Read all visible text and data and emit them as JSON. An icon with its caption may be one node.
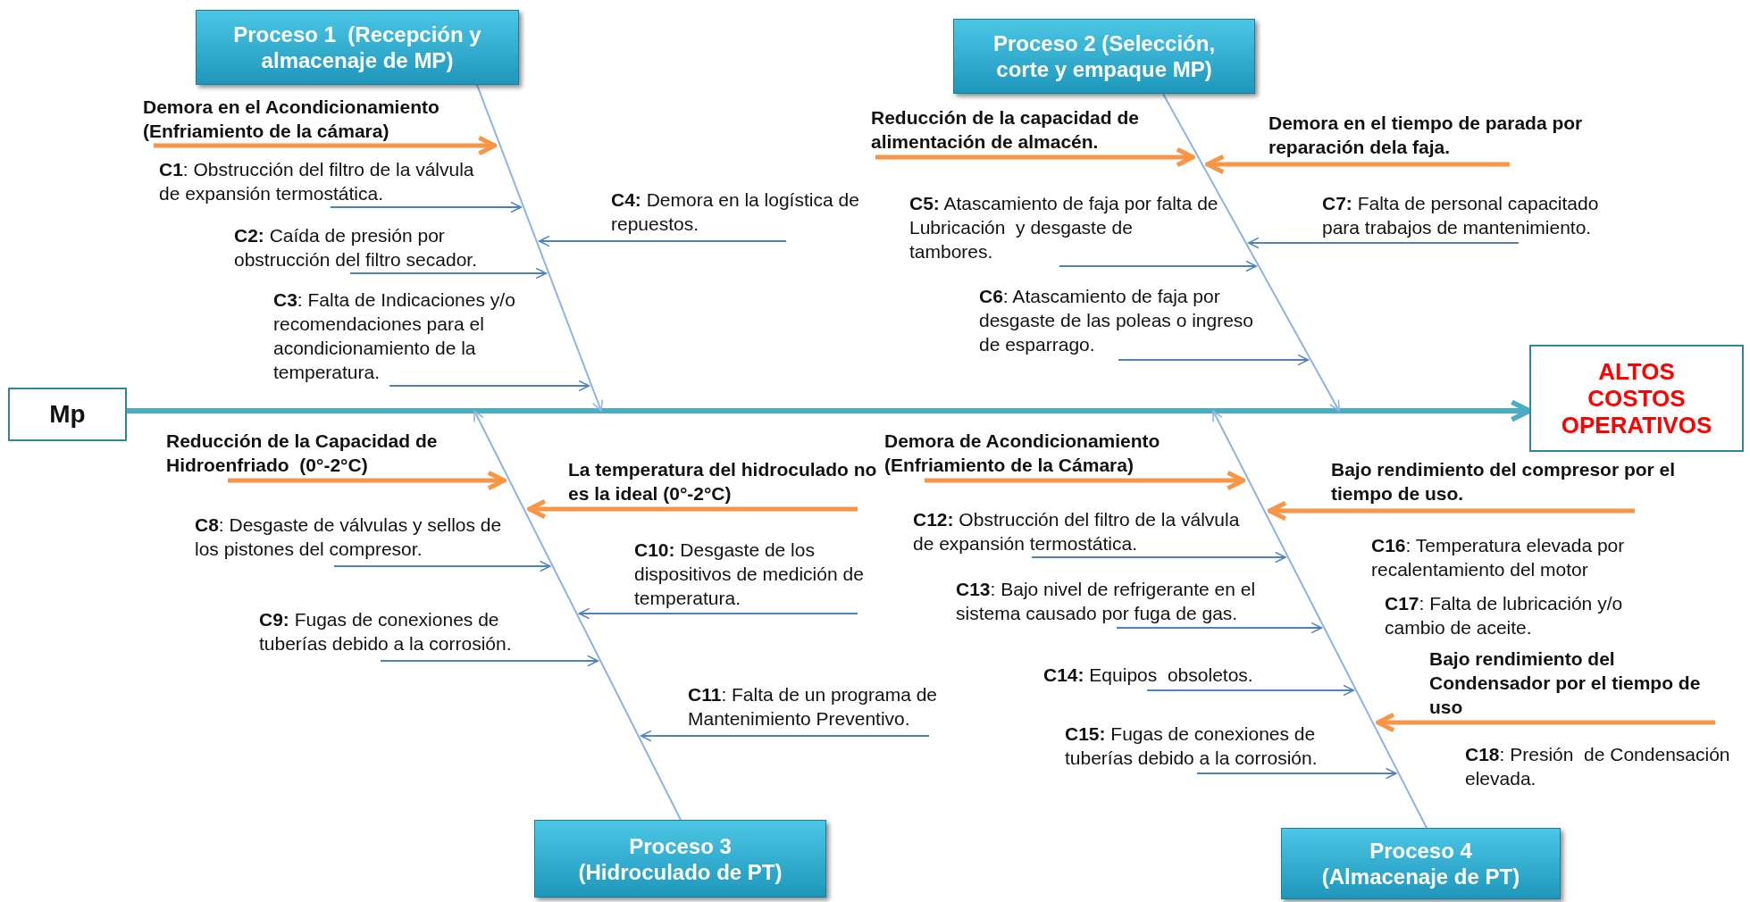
{
  "diagram": {
    "nodes": [
      {
        "text": [
          "Proceso 1  (Recepción y almacenaje de MP)"
        ]
      },
      {
        "text": [
          "Proceso 2 (Selección, corte y empaque MP)"
        ]
      },
      {
        "text": [
          "Mp"
        ]
      },
      {
        "text": [
          "ALTOS COSTOS OPERATIVOS"
        ]
      },
      {
        "text": [
          "Proceso 3 (Hidroculado de PT)"
        ]
      },
      {
        "text": [
          "Proceso 4 (Almacenaje de PT)"
        ]
      },
      {
        "text": [
          "Demora en el Acondicionamiento (Enfriamiento de la cámara)"
        ]
      },
      {
        "text": [
          "**C1**: Obstrucción del filtro de la válvula de expansión termostática."
        ]
      },
      {
        "text": [
          "**C2:** Caída de presión por obstrucción del filtro secador."
        ]
      },
      {
        "text": [
          "**C3**: Falta de Indicaciones y/o recomendaciones para el acondicionamiento de la temperatura."
        ]
      },
      {
        "text": [
          "**C4:** Demora en la logística de repuestos."
        ]
      },
      {
        "text": [
          "Reducción de la capacidad de alimentación de almacén."
        ]
      },
      {
        "text": [
          "Demora en el tiempo de parada por reparación dela faja."
        ]
      },
      {
        "text": [
          "**C5:** Atascamiento de faja por falta de Lubricación  y desgaste de tambores."
        ]
      },
      {
        "text": [
          "**C6**: Atascamiento de faja por desgaste de las poleas o ingreso de esparrago."
        ]
      },
      {
        "text": [
          "**C7:** Falta de personal capacitado para trabajos de mantenimiento."
        ]
      },
      {
        "text": [
          "Reducción de la Capacidad de Hidroenfriado  (0°-2°C)"
        ]
      },
      {
        "text": [
          "La temperatura del hidroculado no es la ideal (0°-2°C)"
        ]
      },
      {
        "text": [
          "**C8**: Desgaste de válvulas y sellos de los pistones del compresor."
        ]
      },
      {
        "text": [
          "**C9:** Fugas de conexiones de tuberías debido a la corrosión."
        ]
      },
      {
        "text": [
          "**C10:** Desgaste de los dispositivos de medición de temperatura."
        ]
      },
      {
        "text": [
          "**C11**: Falta de un programa de Mantenimiento Preventivo."
        ]
      },
      {
        "text": [
          "Demora de Acondicionamiento (Enfriamiento de la Cámara)"
        ]
      },
      {
        "text": [
          "Bajo rendimiento del compresor por el tiempo de uso."
        ]
      },
      {
        "text": [
          "**C12:** Obstrucción del filtro de la válvula de expansión termostática."
        ]
      },
      {
        "text": [
          "**C13**: Bajo nivel de refrigerante en el sistema causado por fuga de gas."
        ]
      },
      {
        "text": [
          "**C14:** Equipos  obsoletos."
        ]
      },
      {
        "text": [
          "**C15:** Fugas de conexiones de tuberías debido a la corrosión."
        ]
      },
      {
        "text": [
          "Bajo rendimiento del Condensador por el tiempo de uso"
        ]
      }
    ],
    "edges": [
      {
        "from": 2,
        "to": 3,
        "arrow": "to"
      },
      {
        "from": 0,
        "to": 3,
        "arrow": "to"
      },
      {
        "from": 1,
        "to": 3,
        "arrow": "to"
      },
      {
        "from": 4,
        "to": 3,
        "arrow": "to"
      },
      {
        "from": 5,
        "to": 3,
        "arrow": "to"
      },
      {
        "from": 6,
        "to": 3,
        "arrow": "to"
      },
      {
        "from": 7,
        "to": 3,
        "arrow": "to"
      },
      {
        "from": 8,
        "to": 3,
        "arrow": "to"
      },
      {
        "from": 9,
        "to": 3,
        "arrow": "to"
      },
      {
        "from": 10,
        "to": 3,
        "arrow": "to"
      },
      {
        "from": 11,
        "to": 3,
        "arrow": "to"
      },
      {
        "from": 12,
        "to": 3,
        "arrow": "to"
      },
      {
        "from": 13,
        "to": 3,
        "arrow": "to"
      },
      {
        "from": 14,
        "to": 3,
        "arrow": "to"
      },
      {
        "from": 15,
        "to": 3,
        "arrow": "to"
      },
      {
        "from": 16,
        "to": 3,
        "arrow": "to"
      },
      {
        "from": 17,
        "to": 3,
        "arrow": "to"
      },
      {
        "from": 18,
        "to": 3,
        "arrow": "to"
      },
      {
        "from": 19,
        "to": 3,
        "arrow": "to"
      },
      {
        "from": 20,
        "to": 3,
        "arrow": "to"
      },
      {
        "from": 21,
        "to": 3,
        "arrow": "to"
      },
      {
        "from": 22,
        "to": 3,
        "arrow": "to"
      },
      {
        "from": 23,
        "to": 3,
        "arrow": "to"
      },
      {
        "from": 24,
        "to": 3,
        "arrow": "to"
      },
      {
        "from": 25,
        "to": 3,
        "arrow": "to"
      },
      {
        "from": 26,
        "to": 3,
        "arrow": "to"
      },
      {
        "from": 27,
        "to": 3,
        "arrow": "to"
      },
      {
        "from": 28,
        "to": 3,
        "arrow": "to"
      }
    ],
    "labels": [
      "**C16**: Temperatura elevada por recalentamiento del motor",
      "**C17**: Falta de lubricación y/o cambio de aceite.",
      "**C18**: Presión  de Condensación elevada."
    ]
  }
}
